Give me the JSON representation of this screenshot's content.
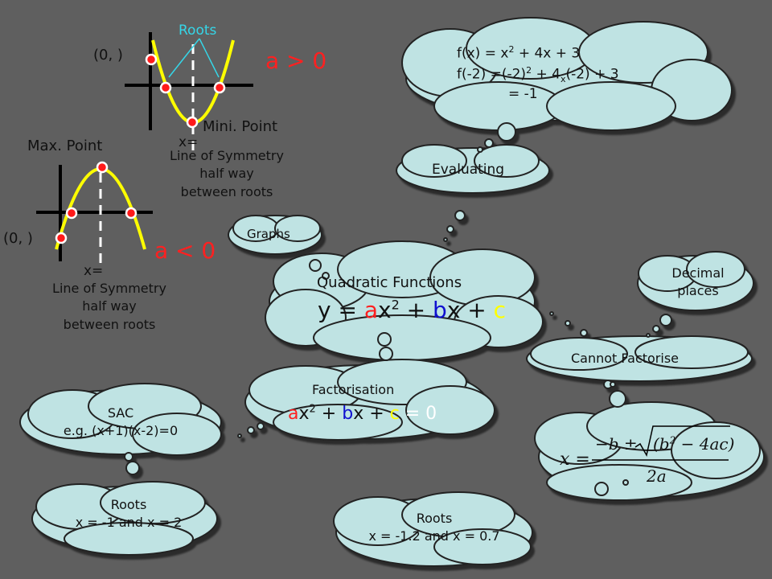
{
  "title": {
    "line1": "Quadratic Functions",
    "eq_y": "y = ",
    "eq_a": "a",
    "eq_x2": "x",
    "eq_2": "2",
    "eq_plus_b": " + ",
    "eq_b": "b",
    "eq_x_plus": "x + ",
    "eq_c": "c"
  },
  "evaluating": {
    "label": "Evaluating",
    "line1_a": "f(x)  = x",
    "line1_sup": "2",
    "line1_b": " + 4x + 3",
    "line2_a": "f(-2) =(-2)",
    "line2_sup": "2",
    "line2_b": " + 4",
    "line2_times": "x",
    "line2_c": "(-2) + 3",
    "line3": "= -1"
  },
  "graphs": {
    "label": "Graphs"
  },
  "graph_top": {
    "roots": "Roots",
    "a_label": "a > 0",
    "y_int": "(0,   )",
    "min_point": "Mini. Point",
    "x_eq": "x=",
    "sym1": "Line of Symmetry",
    "sym2": "half way",
    "sym3": "between roots"
  },
  "graph_bottom": {
    "max_point": "Max. Point",
    "a_label": "a < 0",
    "y_int": "(0,   )",
    "x_eq": "x=",
    "sym1": "Line of Symmetry",
    "sym2": "half way",
    "sym3": "between roots"
  },
  "factorisation": {
    "label": "Factorisation",
    "a": "a",
    "x2": "x",
    "sup": "2",
    "plus1": " + ",
    "b": "b",
    "x_plus": "x + ",
    "c": "c",
    "eq0": " = 0"
  },
  "sac": {
    "line1": "SAC",
    "line2": "e.g. (x+1)(x-2)=0"
  },
  "roots_left": {
    "line1": "Roots",
    "line2": "x = -1 and x = 2"
  },
  "cannot": {
    "label": "Cannot Factorise"
  },
  "decimal": {
    "line1": "Decimal",
    "line2": "places"
  },
  "formula": {
    "x": "x =",
    "minus_b": "−b ±",
    "root": "(b",
    "root_sup": "2",
    "root_rest": " − 4ac)",
    "denom": "2a"
  },
  "roots_right": {
    "line1": "Roots",
    "line2": "x = -1.2 and x = 0.7"
  },
  "colors": {
    "background": "#5f5f5f",
    "cloud": "#bfe3e3",
    "curve": "#ffff00",
    "dot": "#ff1a1a",
    "label_red": "#ff2020",
    "roots_label": "#35d6e8"
  }
}
